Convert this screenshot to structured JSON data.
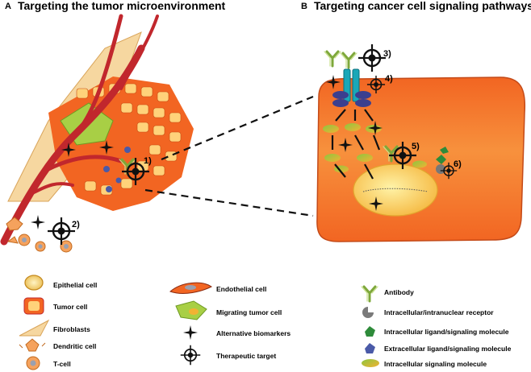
{
  "panel_a": {
    "letter": "A",
    "title": "Targeting the tumor microenvironment"
  },
  "panel_b": {
    "letter": "B",
    "title": "Targeting cancer cell signaling pathways"
  },
  "target_numbers": [
    "1)",
    "2)",
    "3)",
    "4)",
    "5)",
    "6)"
  ],
  "legend": {
    "col1": [
      "Epithelial  cell",
      "Tumor cell",
      "Fibroblasts",
      "Dendritic cell",
      "T-cell"
    ],
    "col2": [
      "Endothelial cell",
      "Migrating tumor cell",
      "Alternative biomarkers",
      "Therapeutic target"
    ],
    "col3": [
      "Antibody",
      "Intracellular/intranuclear receptor",
      "Intracellular ligand/signaling molecule",
      "Extracellular ligand/signaling molecule",
      "Intracellular signaling molecule"
    ]
  },
  "colors": {
    "tumor_cell": "#f26522",
    "tumor_cell_inner": "#f8d56a",
    "vessel": "#c1272d",
    "cancer_cell_fill": "#f7913d",
    "nucleus": "#f8c84a",
    "receptor_teal": "#1aa7b8",
    "receptor_navy": "#3b3f8f",
    "migrating_green": "#8dc63f",
    "antibody_green": "#a7c957"
  }
}
